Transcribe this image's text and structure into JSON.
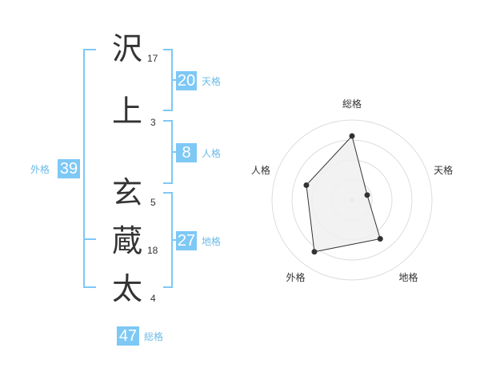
{
  "name": {
    "chars": [
      {
        "char": "沢",
        "strokes": "17"
      },
      {
        "char": "上",
        "strokes": "3"
      },
      {
        "char": "玄",
        "strokes": "5"
      },
      {
        "char": "蔵",
        "strokes": "18"
      },
      {
        "char": "太",
        "strokes": "4"
      }
    ]
  },
  "fortunes": {
    "tenkaku": {
      "value": "20",
      "label": "天格"
    },
    "jinkaku": {
      "value": "8",
      "label": "人格"
    },
    "chikaku": {
      "value": "27",
      "label": "地格"
    },
    "gaikaku": {
      "value": "39",
      "label": "外格"
    },
    "soukaku": {
      "value": "47",
      "label": "総格"
    }
  },
  "chart_data": {
    "type": "radar",
    "axes": [
      "総格",
      "天格",
      "地格",
      "外格",
      "人格"
    ],
    "values": [
      4,
      1,
      3,
      4,
      3
    ],
    "max": 5,
    "rings": 4,
    "colors": {
      "fill": "#f0f0f0",
      "line": "#333333",
      "ring": "#dddddd",
      "center": "#cccccc"
    }
  }
}
